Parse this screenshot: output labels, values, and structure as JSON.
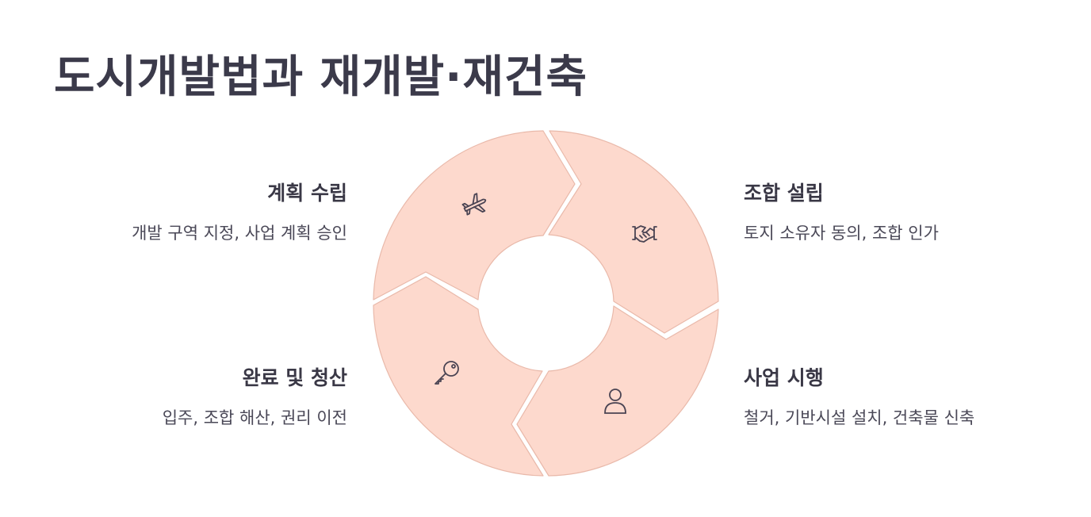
{
  "title": "도시개발법과 재개발·재건축",
  "steps": [
    {
      "heading": "계획 수립",
      "desc": "개발 구역 지정, 사업 계획 승인",
      "icon": "airplane-icon"
    },
    {
      "heading": "조합 설립",
      "desc": "토지 소유자 동의, 조합 인가",
      "icon": "handshake-icon"
    },
    {
      "heading": "사업 시행",
      "desc": "철거, 기반시설 설치, 건축물 신축",
      "icon": "person-icon"
    },
    {
      "heading": "완료 및 청산",
      "desc": "입주, 조합 해산, 권리 이전",
      "icon": "key-icon"
    }
  ],
  "colors": {
    "segment_fill": "#fdd9cd",
    "segment_stroke": "#e9b9aa",
    "text": "#3a3846",
    "icon": "#4a4453"
  }
}
